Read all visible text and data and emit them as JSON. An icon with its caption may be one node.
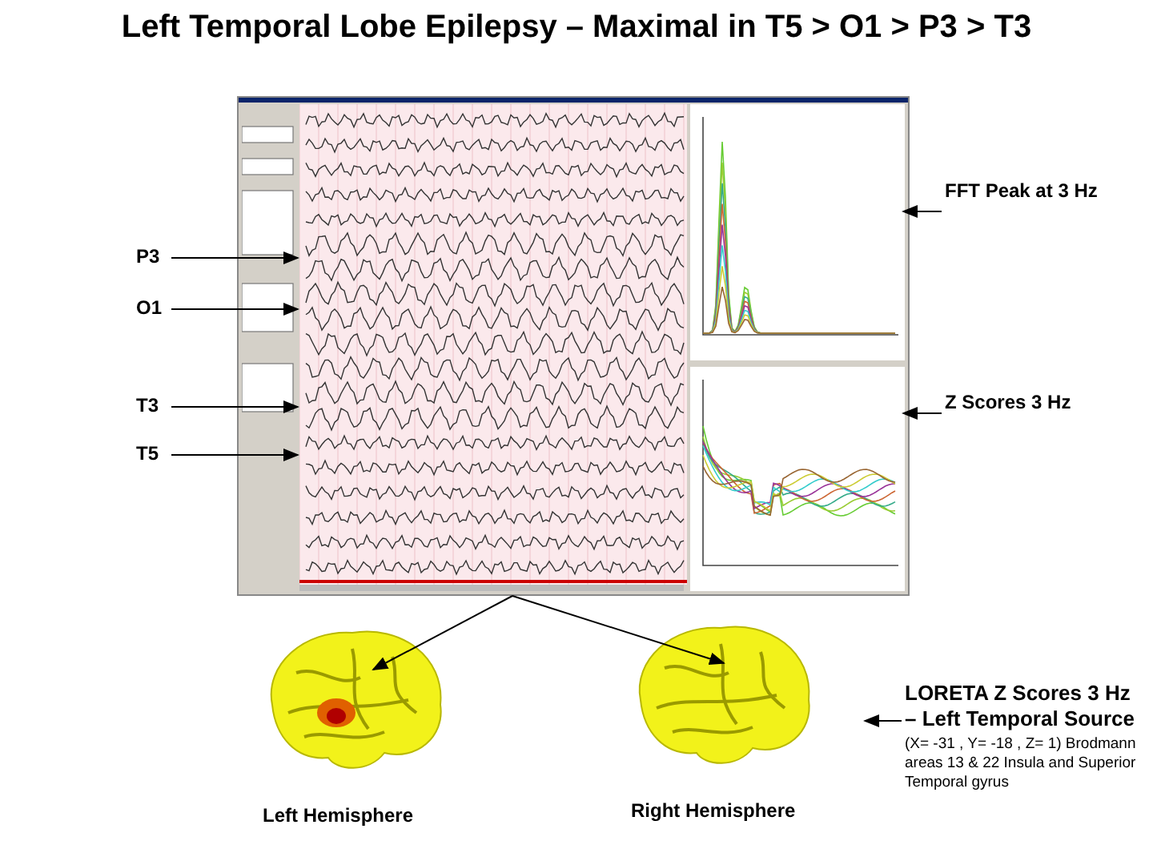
{
  "diagram": {
    "title": "Left Temporal Lobe Epilepsy – Maximal in T5 > O1 > P3 > T3",
    "nodes": [
      {
        "text": [],
        "shape": "picture"
      },
      {
        "text": [],
        "shape": "picture",
        "in": 0
      },
      {
        "text": [],
        "shape": "picture",
        "in": 0
      },
      {
        "text": [],
        "shape": "picture",
        "in": 0
      },
      {
        "text": [
          "P3"
        ]
      },
      {
        "text": [
          "O1"
        ]
      },
      {
        "text": [
          "T3"
        ]
      },
      {
        "text": [
          "T5"
        ]
      },
      {
        "text": [
          "FFT Peak at 3 Hz"
        ]
      },
      {
        "text": [
          "Z Scores 3 Hz"
        ]
      },
      {
        "text": [
          "Left Hemisphere"
        ]
      },
      {
        "text": [
          "Right Hemisphere"
        ]
      },
      {
        "text": [
          "LORETA Z Scores 3 Hz – Left Temporal Source",
          "(X= -31 , Y= -18 , Z= 1) Brodmann areas 13 & 22 Insula and Superior Temporal gyrus"
        ]
      }
    ],
    "edges": [
      {
        "from": 4,
        "to": 1,
        "arrow": "to"
      },
      {
        "from": 5,
        "to": 1,
        "arrow": "to"
      },
      {
        "from": 6,
        "to": 1,
        "arrow": "to"
      },
      {
        "from": 7,
        "to": 1,
        "arrow": "to"
      },
      {
        "from": 8,
        "to": 2,
        "arrow": "to"
      },
      {
        "from": 9,
        "to": 3,
        "arrow": "to"
      },
      {
        "from": 0,
        "to": 10,
        "arrow": "to"
      },
      {
        "from": 0,
        "to": 11,
        "arrow": "to"
      },
      {
        "from": 12,
        "to": null,
        "arrow": "to"
      }
    ]
  }
}
